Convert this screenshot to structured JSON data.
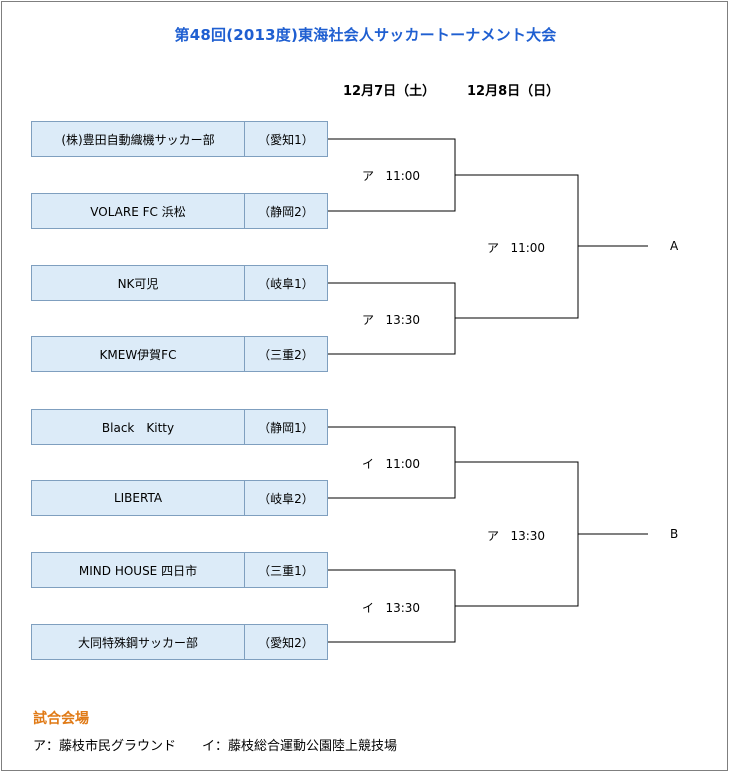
{
  "title": "第48回(2013度)東海社会人サッカートーナメント大会",
  "dates": {
    "day1": "12月7日（土）",
    "day2": "12月8日（日）"
  },
  "teams": [
    {
      "name": "(株)豊田自動織機サッカー部",
      "pref": "（愛知1）"
    },
    {
      "name": "VOLARE FC 浜松",
      "pref": "（静岡2）"
    },
    {
      "name": "NK可児",
      "pref": "（岐阜1）"
    },
    {
      "name": "KMEW伊賀FC",
      "pref": "（三重2）"
    },
    {
      "name": "Black　Kitty",
      "pref": "（静岡1）"
    },
    {
      "name": "LIBERTA",
      "pref": "（岐阜2）"
    },
    {
      "name": "MIND HOUSE 四日市",
      "pref": "（三重1）"
    },
    {
      "name": "大同特殊鋼サッカー部",
      "pref": "（愛知2）"
    }
  ],
  "round1": [
    {
      "venue": "ア",
      "time": "11:00"
    },
    {
      "venue": "ア",
      "time": "13:30"
    },
    {
      "venue": "イ",
      "time": "11:00"
    },
    {
      "venue": "イ",
      "time": "13:30"
    }
  ],
  "round2": [
    {
      "venue": "ア",
      "time": "11:00",
      "winner": "A"
    },
    {
      "venue": "ア",
      "time": "13:30",
      "winner": "B"
    }
  ],
  "venues": {
    "heading": "試合会場",
    "a": "ア：藤枝市民グラウンド",
    "i": "イ：藤枝総合運動公園陸上競技場"
  },
  "colors": {
    "title": "#1f5fd1",
    "heading": "#e07a16",
    "team_bg": "#dcebf8"
  }
}
